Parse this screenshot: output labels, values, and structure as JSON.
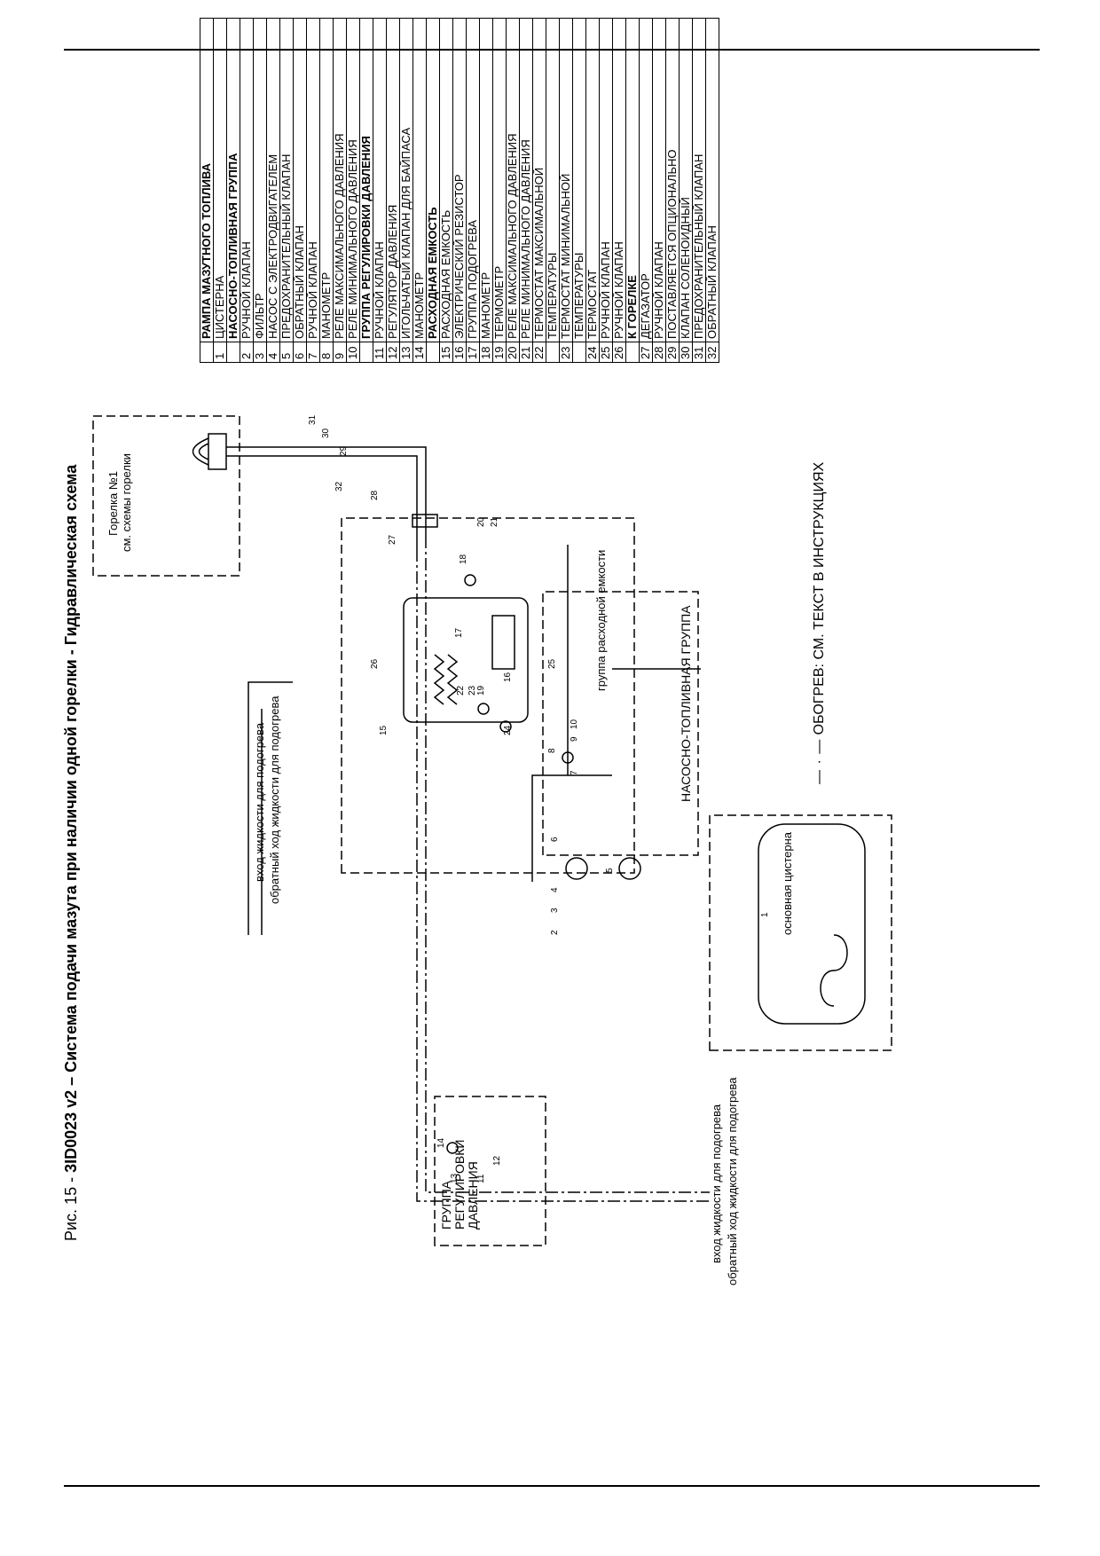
{
  "figure": {
    "number_prefix": "Рис. 15 - ",
    "title": "3ID0023 v2 – Система подачи мазута при наличии одной горелки - Гидравлическая схема"
  },
  "legend": [
    {
      "n": "",
      "text": "РАМПА МАЗУТНОГО ТОПЛИВА",
      "bold": true
    },
    {
      "n": "1",
      "text": "ЦИСТЕРНА",
      "bold": false
    },
    {
      "n": "",
      "text": "НАСОСНО-ТОПЛИВНАЯ ГРУППА",
      "bold": true
    },
    {
      "n": "2",
      "text": "РУЧНОЙ КЛАПАН",
      "bold": false
    },
    {
      "n": "3",
      "text": "ФИЛЬТР",
      "bold": false
    },
    {
      "n": "4",
      "text": "НАСОС С ЭЛЕКТРОДВИГАТЕЛЕМ",
      "bold": false
    },
    {
      "n": "5",
      "text": "ПРЕДОХРАНИТЕЛЬНЫЙ КЛАПАН",
      "bold": false
    },
    {
      "n": "6",
      "text": "ОБРАТНЫЙ КЛАПАН",
      "bold": false
    },
    {
      "n": "7",
      "text": "РУЧНОЙ КЛАПАН",
      "bold": false
    },
    {
      "n": "8",
      "text": "МАНОМЕТР",
      "bold": false
    },
    {
      "n": "9",
      "text": "РЕЛЕ МАКСИМАЛЬНОГО ДАВЛЕНИЯ",
      "bold": false
    },
    {
      "n": "10",
      "text": "РЕЛЕ МИНИМАЛЬНОГО ДАВЛЕНИЯ",
      "bold": false
    },
    {
      "n": "",
      "text": "ГРУППА РЕГУЛИРОВКИ ДАВЛЕНИЯ",
      "bold": true
    },
    {
      "n": "11",
      "text": "РУЧНОЙ КЛАПАН",
      "bold": false
    },
    {
      "n": "12",
      "text": "РЕГУЛЯТОР ДАВЛЕНИЯ",
      "bold": false
    },
    {
      "n": "13",
      "text": "ИГОЛЬЧАТЫЙ КЛАПАН ДЛЯ БАЙПАСА",
      "bold": false
    },
    {
      "n": "14",
      "text": "МАНОМЕТР",
      "bold": false
    },
    {
      "n": "",
      "text": "РАСХОДНАЯ ЕМКОСТЬ",
      "bold": true
    },
    {
      "n": "15",
      "text": "РАСХОДНАЯ ЕМКОСТЬ",
      "bold": false
    },
    {
      "n": "16",
      "text": "ЭЛЕКТРИЧЕСКИЙ РЕЗИСТОР",
      "bold": false
    },
    {
      "n": "17",
      "text": "ГРУППА ПОДОГРЕВА",
      "bold": false
    },
    {
      "n": "18",
      "text": "МАНОМЕТР",
      "bold": false
    },
    {
      "n": "19",
      "text": "ТЕРМОМЕТР",
      "bold": false
    },
    {
      "n": "20",
      "text": "РЕЛЕ МАКСИМАЛЬНОГО ДАВЛЕНИЯ",
      "bold": false
    },
    {
      "n": "21",
      "text": "РЕЛЕ МИНИМАЛЬНОГО ДАВЛЕНИЯ",
      "bold": false
    },
    {
      "n": "22",
      "text": "ТЕРМОСТАТ МАКСИМАЛЬНОЙ",
      "bold": false
    },
    {
      "n": "",
      "text": "ТЕМПЕРАТУРЫ",
      "bold": false
    },
    {
      "n": "23",
      "text": "ТЕРМОСТАТ МИНИМАЛЬНОЙ",
      "bold": false
    },
    {
      "n": "",
      "text": "ТЕМПЕРАТУРЫ",
      "bold": false
    },
    {
      "n": "24",
      "text": "ТЕРМОСТАТ",
      "bold": false
    },
    {
      "n": "25",
      "text": "РУЧНОЙ КЛАПАН",
      "bold": false
    },
    {
      "n": "26",
      "text": "РУЧНОЙ КЛАПАН",
      "bold": false
    },
    {
      "n": "",
      "text": "К ГОРЕЛКЕ",
      "bold": true
    },
    {
      "n": "27",
      "text": "ДЕГАЗАТОР",
      "bold": false
    },
    {
      "n": "28",
      "text": "РУЧНОЙ КЛАПАН",
      "bold": false
    },
    {
      "n": "29",
      "text": "ПОСТАВЛЯЕТСЯ ОПЦИОНАЛЬНО",
      "bold": false
    },
    {
      "n": "30",
      "text": "КЛАПАН СОЛЕНОИДНЫЙ",
      "bold": false
    },
    {
      "n": "31",
      "text": "ПРЕДОХРАНИТЕЛЬНЫЙ КЛАПАН",
      "bold": false
    },
    {
      "n": "32",
      "text": "ОБРАТНЫЙ КЛАПАН",
      "bold": false
    }
  ],
  "labels": {
    "burner_title": "Горелка №1",
    "burner_sub": "см. схемы горелки",
    "service_tank_group": "группа расходной емкости",
    "pump_group": "НАСОСНО-ТОПЛИВНАЯ ГРУППА",
    "main_tank": "основная цистерна",
    "pressure_group_l1": "ГРУППА",
    "pressure_group_l2": "РЕГУЛИРОВКИ",
    "pressure_group_l3": "ДАВЛЕНИЯ",
    "heat_in": "вход жидкости для подогрева",
    "heat_return": "обратный ход жидкости для подогрева",
    "heating_note": "ОБОГРЕВ: СМ. ТЕКСТ В ИНСТРУКЦИЯХ"
  },
  "callouts": {
    "n1": "1",
    "n2": "2",
    "n3": "3",
    "n4": "4",
    "n5": "5",
    "n6": "6",
    "n7": "7",
    "n8": "8",
    "n9": "9",
    "n10": "10",
    "n11": "11",
    "n12": "12",
    "n13": "13",
    "n14": "14",
    "n15": "15",
    "n16": "16",
    "n17": "17",
    "n18": "18",
    "n19": "19",
    "n20": "20",
    "n21": "21",
    "n22": "22",
    "n23": "23",
    "n24": "24",
    "n25": "25",
    "n26": "26",
    "n27": "27",
    "n28": "28",
    "n29": "29",
    "n30": "30",
    "n31": "31",
    "n32": "32"
  }
}
